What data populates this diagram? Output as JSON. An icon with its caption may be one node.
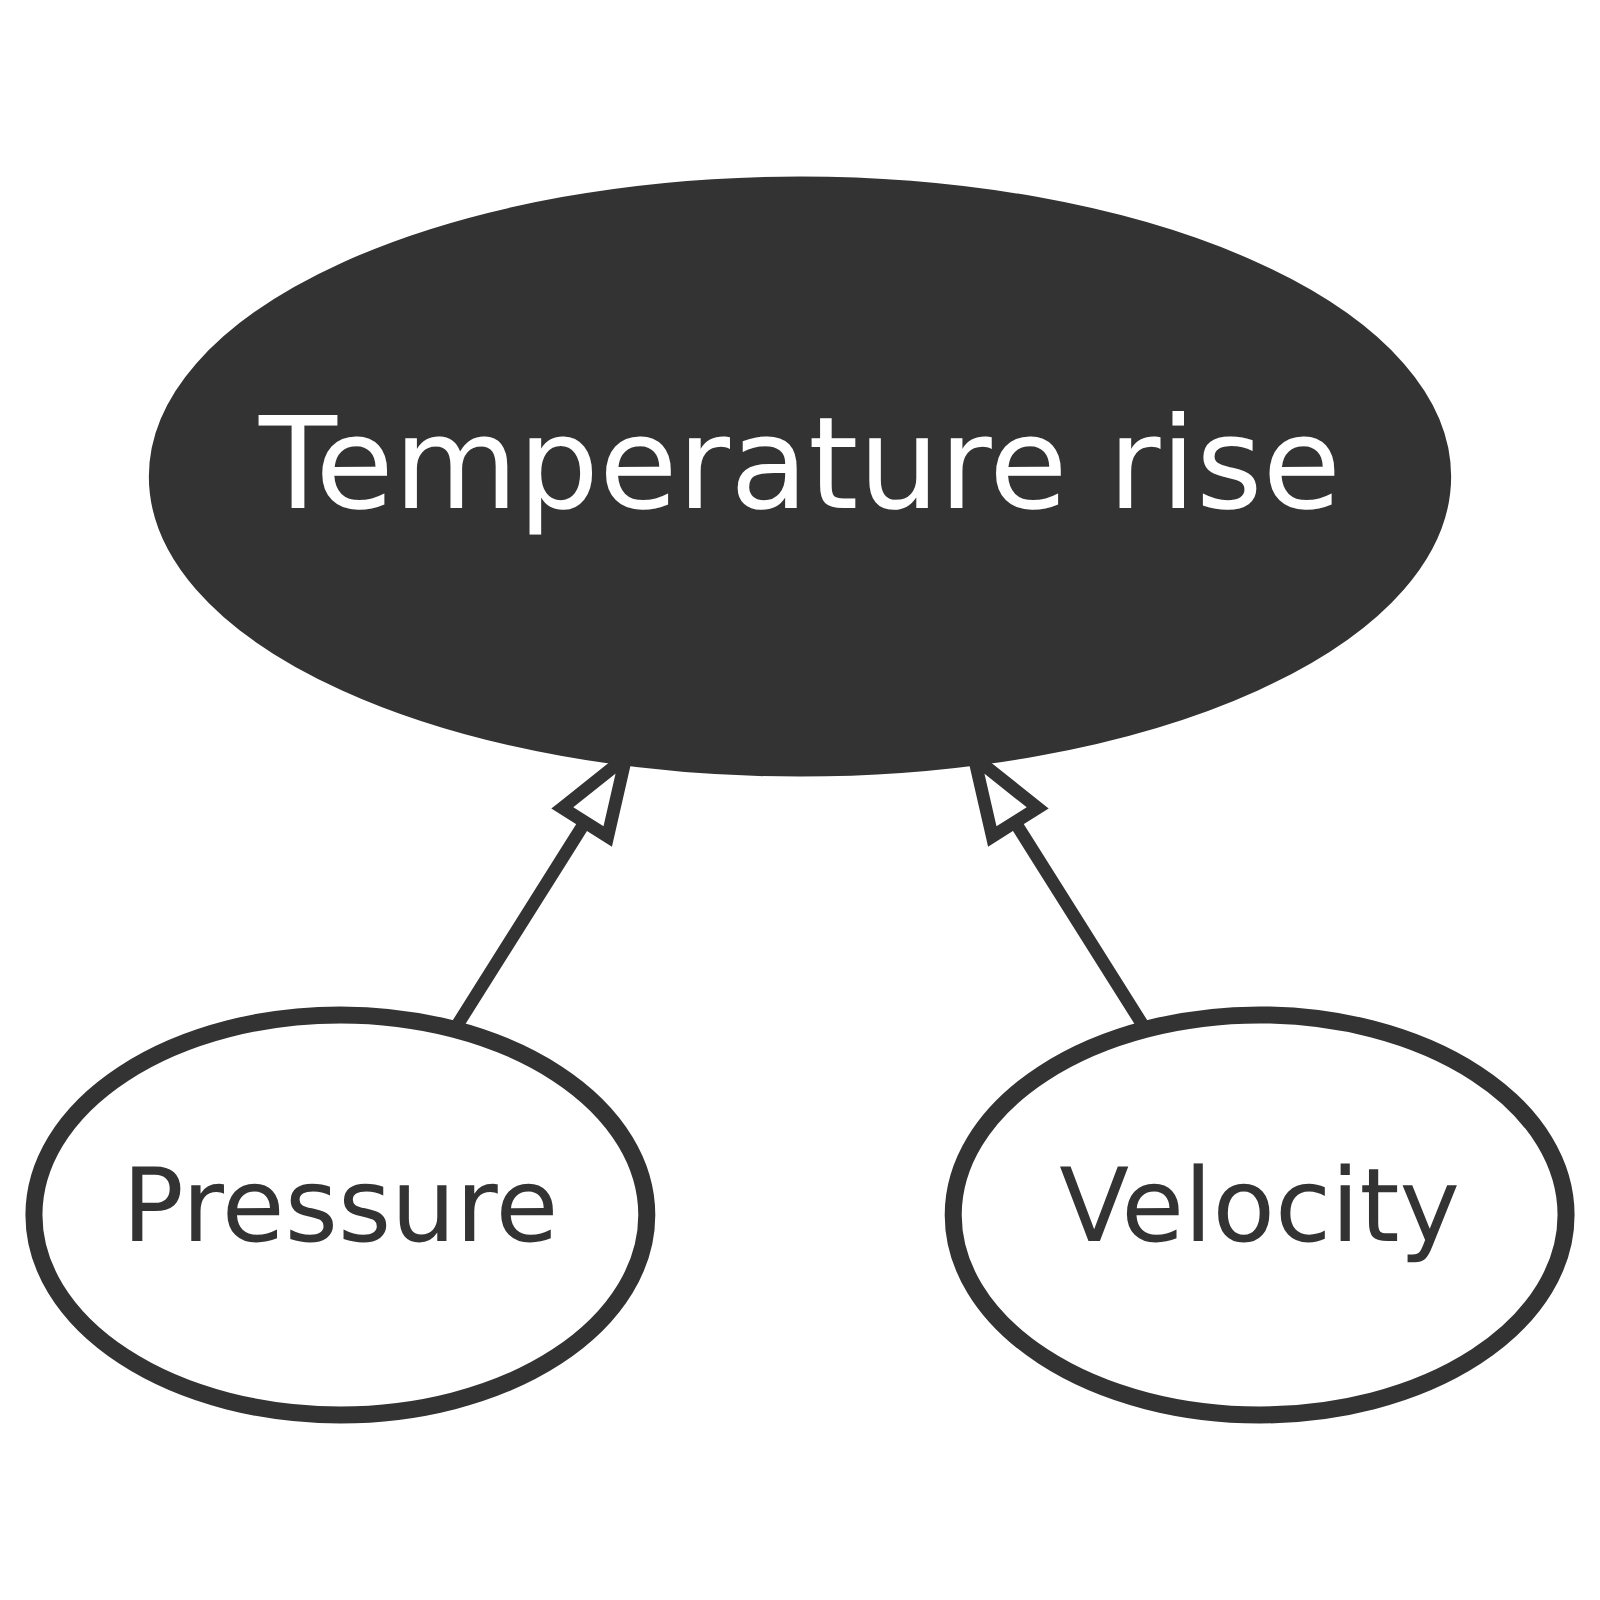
{
  "diagram": {
    "nodes": [
      {
        "text": [
          "Temperature rise"
        ]
      },
      {
        "text": [
          "Pressure"
        ]
      },
      {
        "text": [
          "Velocity"
        ]
      }
    ],
    "edges": [
      {
        "from": 1,
        "to": 0,
        "arrow": "to"
      },
      {
        "from": 2,
        "to": 0,
        "arrow": "to"
      }
    ]
  }
}
